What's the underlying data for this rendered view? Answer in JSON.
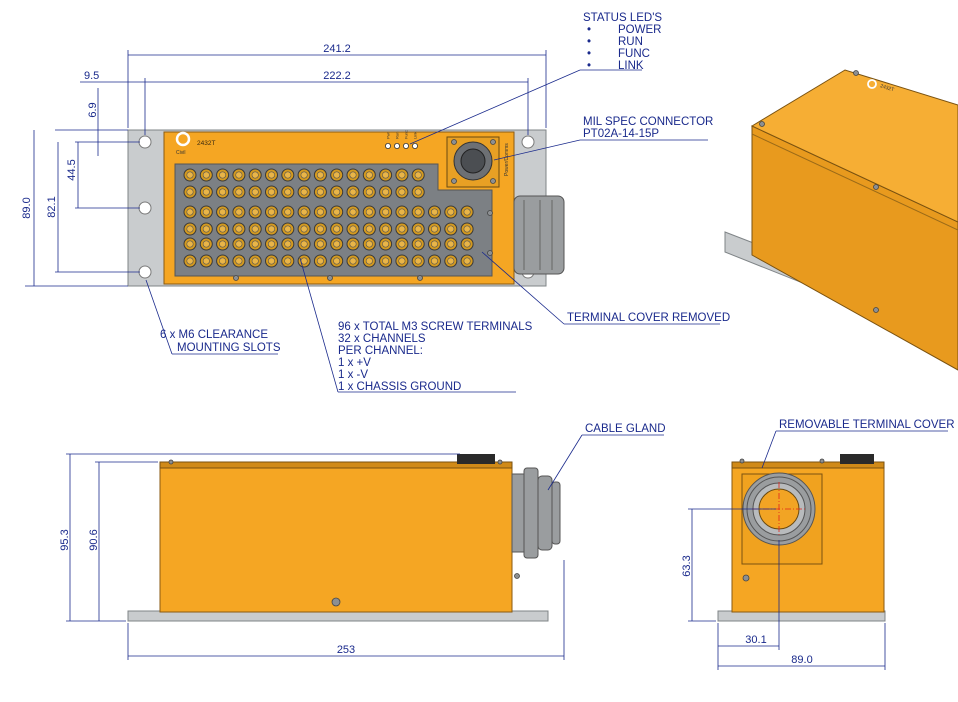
{
  "top_view": {
    "dims": {
      "overall_width": "241.2",
      "slot_pitch_width": "222.2",
      "slot_offset": "9.5",
      "slot_top_offset": "6.9",
      "half_height": "44.5",
      "slot_span_height": "82.1",
      "overall_height": "89.0"
    },
    "model_label": "2432T",
    "led_small_labels": [
      "Pwr",
      "Run",
      "Func",
      "Link"
    ],
    "connector_side_label": "Power/Comms"
  },
  "callouts": {
    "status_leds_title": "STATUS LED'S",
    "status_leds": [
      "POWER",
      "RUN",
      "FUNC",
      "LINK"
    ],
    "mil_spec_line1": "MIL SPEC CONNECTOR",
    "mil_spec_line2": "PT02A-14-15P",
    "terminal_cover_removed": "TERMINAL COVER REMOVED",
    "mounting_line1": "6 x M6 CLEARANCE",
    "mounting_line2": "MOUNTING SLOTS",
    "terminals_lines": [
      "96 x TOTAL M3 SCREW TERMINALS",
      "32 x CHANNELS",
      "PER CHANNEL:",
      "1 x +V",
      "1 x -V",
      "1 x CHASSIS GROUND"
    ],
    "cable_gland": "CABLE GLAND",
    "removable_terminal_cover": "REMOVABLE TERMINAL COVER"
  },
  "side_view": {
    "dims": {
      "overall_height": "95.3",
      "body_height": "90.6",
      "overall_length": "253"
    }
  },
  "end_view": {
    "dims": {
      "gland_height": "63.3",
      "gland_offset": "30.1",
      "overall_width": "89.0"
    }
  },
  "iso_view": {
    "model_label": "2432T"
  },
  "colors": {
    "body": "#f5a623",
    "dimension": "#1a2a8c",
    "plate": "#c9ccce",
    "centerline": "#e0221a"
  }
}
